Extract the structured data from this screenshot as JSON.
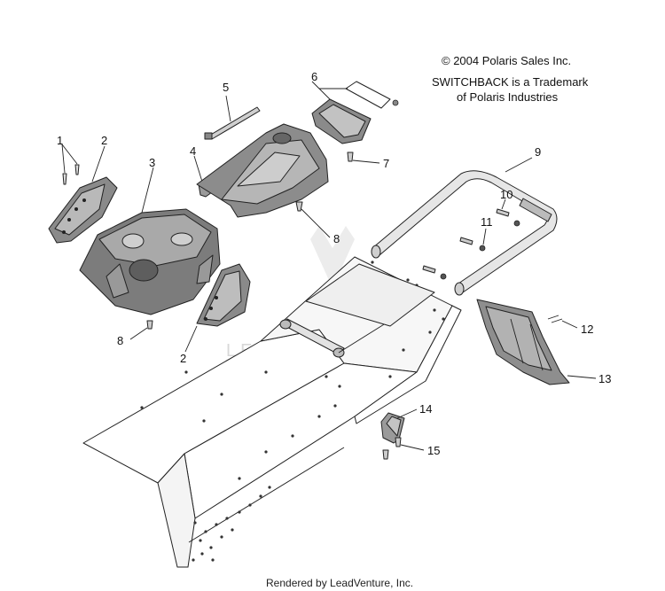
{
  "copyright": "© 2004 Polaris Sales Inc.",
  "trademark_line1": "SWITCHBACK is a Trademark",
  "trademark_line2": "of Polaris Industries",
  "footer": "Rendered by LeadVenture, Inc.",
  "watermark": "LEADVENTURE",
  "callouts": {
    "c1": "1",
    "c2a": "2",
    "c2b": "2",
    "c3": "3",
    "c4": "4",
    "c5": "5",
    "c6": "6",
    "c7": "7",
    "c8a": "8",
    "c8b": "8",
    "c9": "9",
    "c10": "10",
    "c11": "11",
    "c12": "12",
    "c13": "13",
    "c14": "14",
    "c15": "15"
  }
}
